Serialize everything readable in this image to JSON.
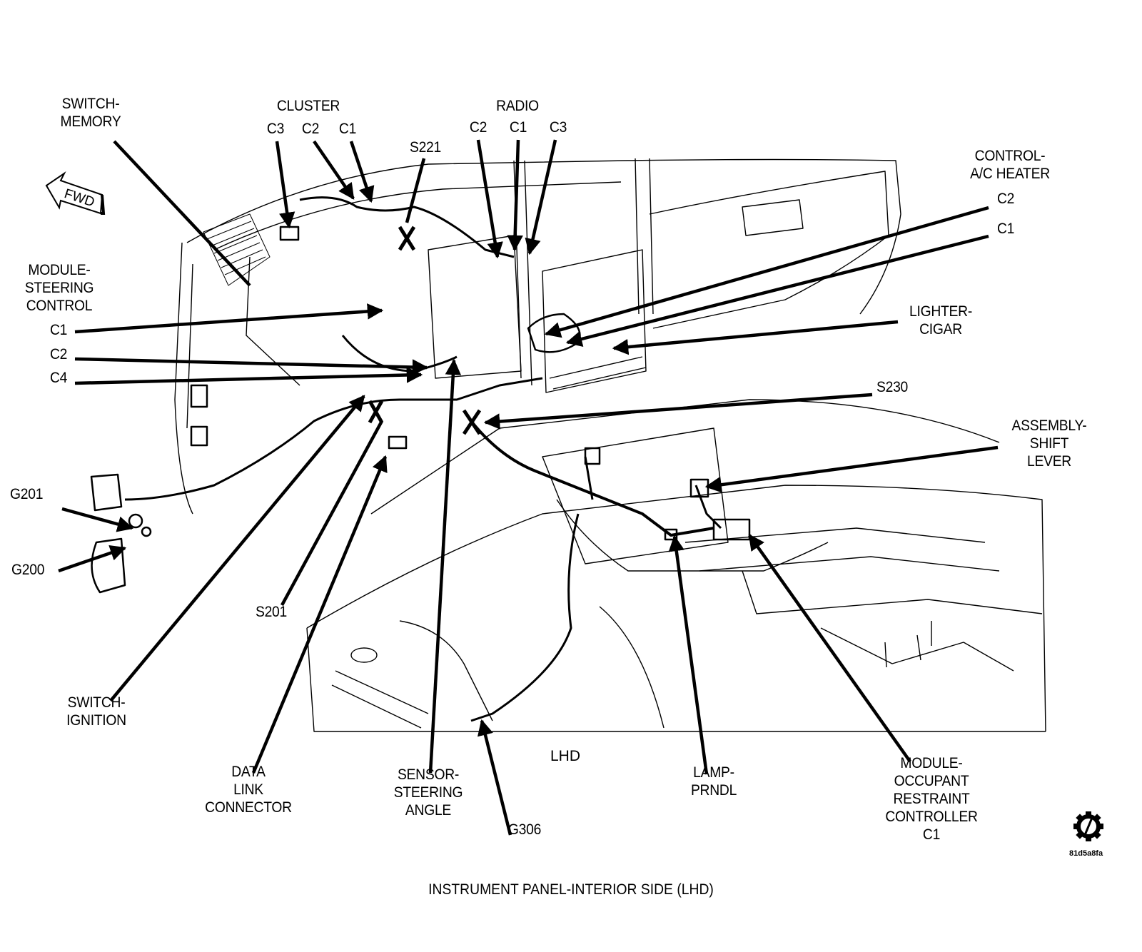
{
  "diagram": {
    "title": "INSTRUMENT PANEL-INTERIOR SIDE   (LHD)",
    "view_label": "LHD",
    "image_code": "81d5a8fa",
    "orientation_icon": {
      "name": "fwd-arrow-icon",
      "label": "FWD"
    },
    "corner_icon": "gear-slash-icon",
    "colors": {
      "line": "#000000",
      "background": "#ffffff"
    },
    "callouts": {
      "switch_memory": "SWITCH-\nMEMORY",
      "cluster": "CLUSTER",
      "cluster_c3": "C3",
      "cluster_c2": "C2",
      "cluster_c1": "C1",
      "s221": "S221",
      "radio": "RADIO",
      "radio_c2": "C2",
      "radio_c1": "C1",
      "radio_c3": "C3",
      "control_ac_heater": "CONTROL-\nA/C HEATER",
      "control_ac_heater_c2": "C2",
      "control_ac_heater_c1": "C1",
      "module_steering_control": "MODULE-\nSTEERING\nCONTROL",
      "msc_c1": "C1",
      "msc_c2": "C2",
      "msc_c4": "C4",
      "lighter_cigar": "LIGHTER-\nCIGAR",
      "s230": "S230",
      "assembly_shift_lever": "ASSEMBLY-\nSHIFT\nLEVER",
      "g201": "G201",
      "g200": "G200",
      "s201": "S201",
      "switch_ignition": "SWITCH-\nIGNITION",
      "data_link_connector": "DATA\nLINK\nCONNECTOR",
      "sensor_steering_angle": "SENSOR-\nSTEERING\nANGLE",
      "g306": "G306",
      "lamp_prndl": "LAMP-\nPRNDL",
      "module_occupant_restraint": "MODULE-\nOCCUPANT\nRESTRAINT\nCONTROLLER\nC1"
    }
  }
}
